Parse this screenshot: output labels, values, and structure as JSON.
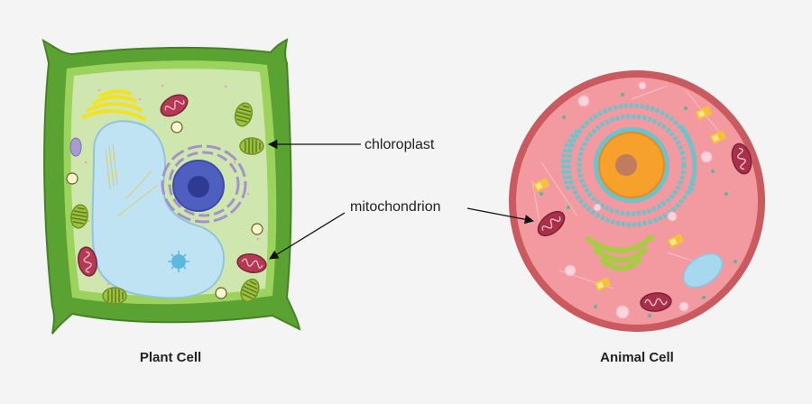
{
  "labels": {
    "plant_cell": "Plant Cell",
    "animal_cell": "Animal Cell",
    "chloroplast": "chloroplast",
    "mitochondrion": "mitochondrion"
  },
  "colors": {
    "background": "#f4f4f4",
    "plant_wall": "#5aa332",
    "plant_membrane": "#9cd35e",
    "plant_cytoplasm": "#cfe7ae",
    "vacuole": "#bfe3f3",
    "plant_nucleus": "#4e5fbf",
    "chloroplast": "#9ec13c",
    "mitochondrion": "#b23a55",
    "golgi": "#f2e21f",
    "animal_membrane": "#c95a5f",
    "animal_cytoplasm": "#f29aa0",
    "animal_nucleus": "#f6a12c",
    "nucleolus": "#c17b5e",
    "er": "#6cc3cc",
    "animal_golgi": "#a9cb43",
    "vesicle": "#ffd3da",
    "arrow": "#111111"
  },
  "icons": [
    "chloroplast-icon",
    "mitochondrion-icon",
    "nucleus-icon",
    "vacuole-icon",
    "golgi-icon",
    "er-icon"
  ]
}
